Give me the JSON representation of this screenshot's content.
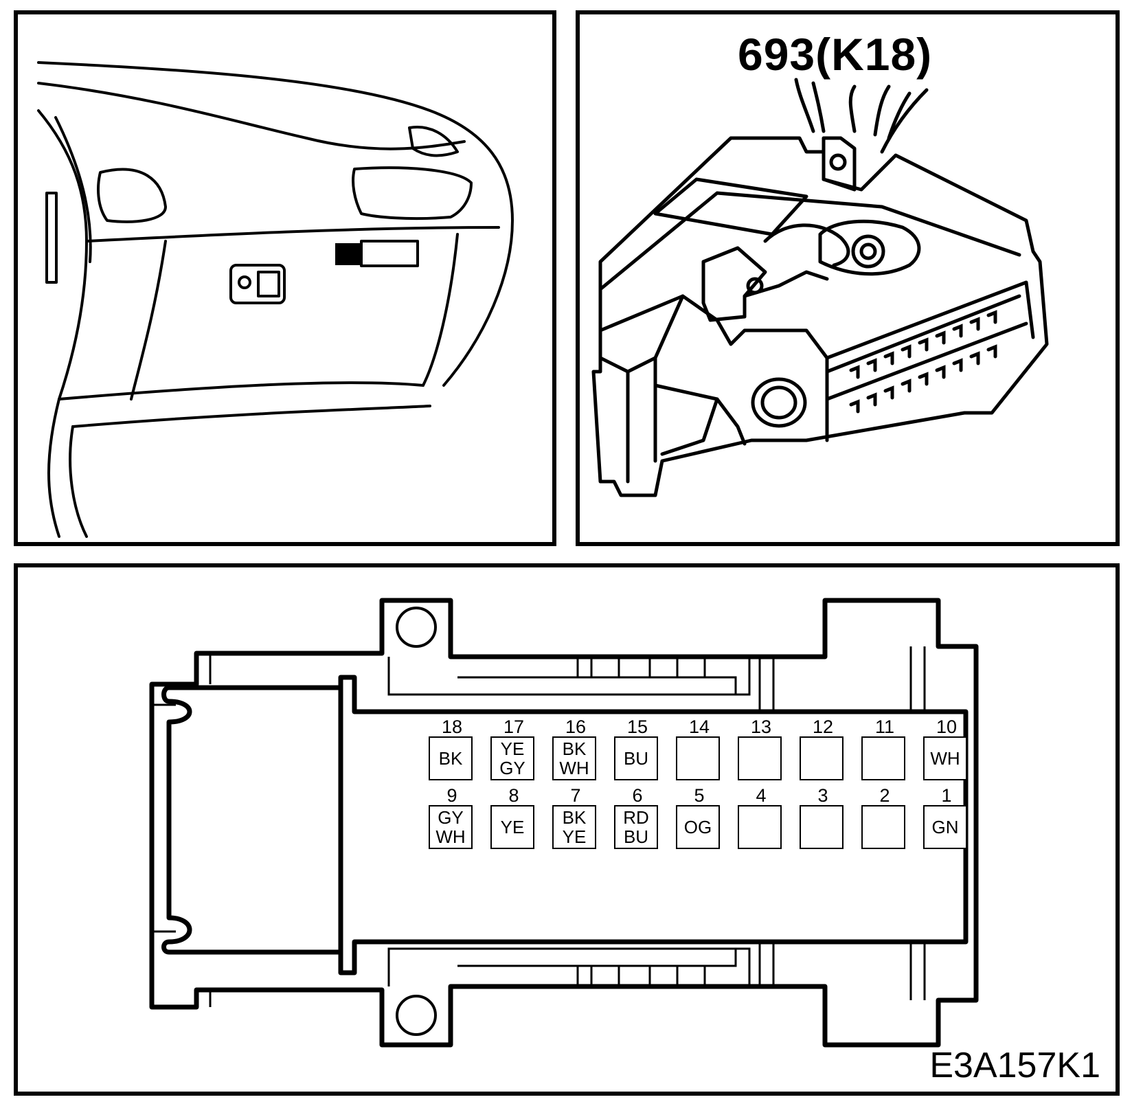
{
  "connector": {
    "title": "693(K18)",
    "figure_code": "E3A157K1"
  },
  "pins": [
    {
      "number": "18",
      "colors": [
        "BK"
      ]
    },
    {
      "number": "17",
      "colors": [
        "YE",
        "GY"
      ]
    },
    {
      "number": "16",
      "colors": [
        "BK",
        "WH"
      ]
    },
    {
      "number": "15",
      "colors": [
        "BU"
      ]
    },
    {
      "number": "14",
      "colors": []
    },
    {
      "number": "13",
      "colors": []
    },
    {
      "number": "12",
      "colors": []
    },
    {
      "number": "11",
      "colors": []
    },
    {
      "number": "10",
      "colors": [
        "WH"
      ]
    },
    {
      "number": "9",
      "colors": [
        "GY",
        "WH"
      ]
    },
    {
      "number": "8",
      "colors": [
        "YE"
      ]
    },
    {
      "number": "7",
      "colors": [
        "BK",
        "YE"
      ]
    },
    {
      "number": "6",
      "colors": [
        "RD",
        "BU"
      ]
    },
    {
      "number": "5",
      "colors": [
        "OG"
      ]
    },
    {
      "number": "4",
      "colors": []
    },
    {
      "number": "3",
      "colors": []
    },
    {
      "number": "2",
      "colors": []
    },
    {
      "number": "1",
      "colors": [
        "GN"
      ]
    }
  ]
}
